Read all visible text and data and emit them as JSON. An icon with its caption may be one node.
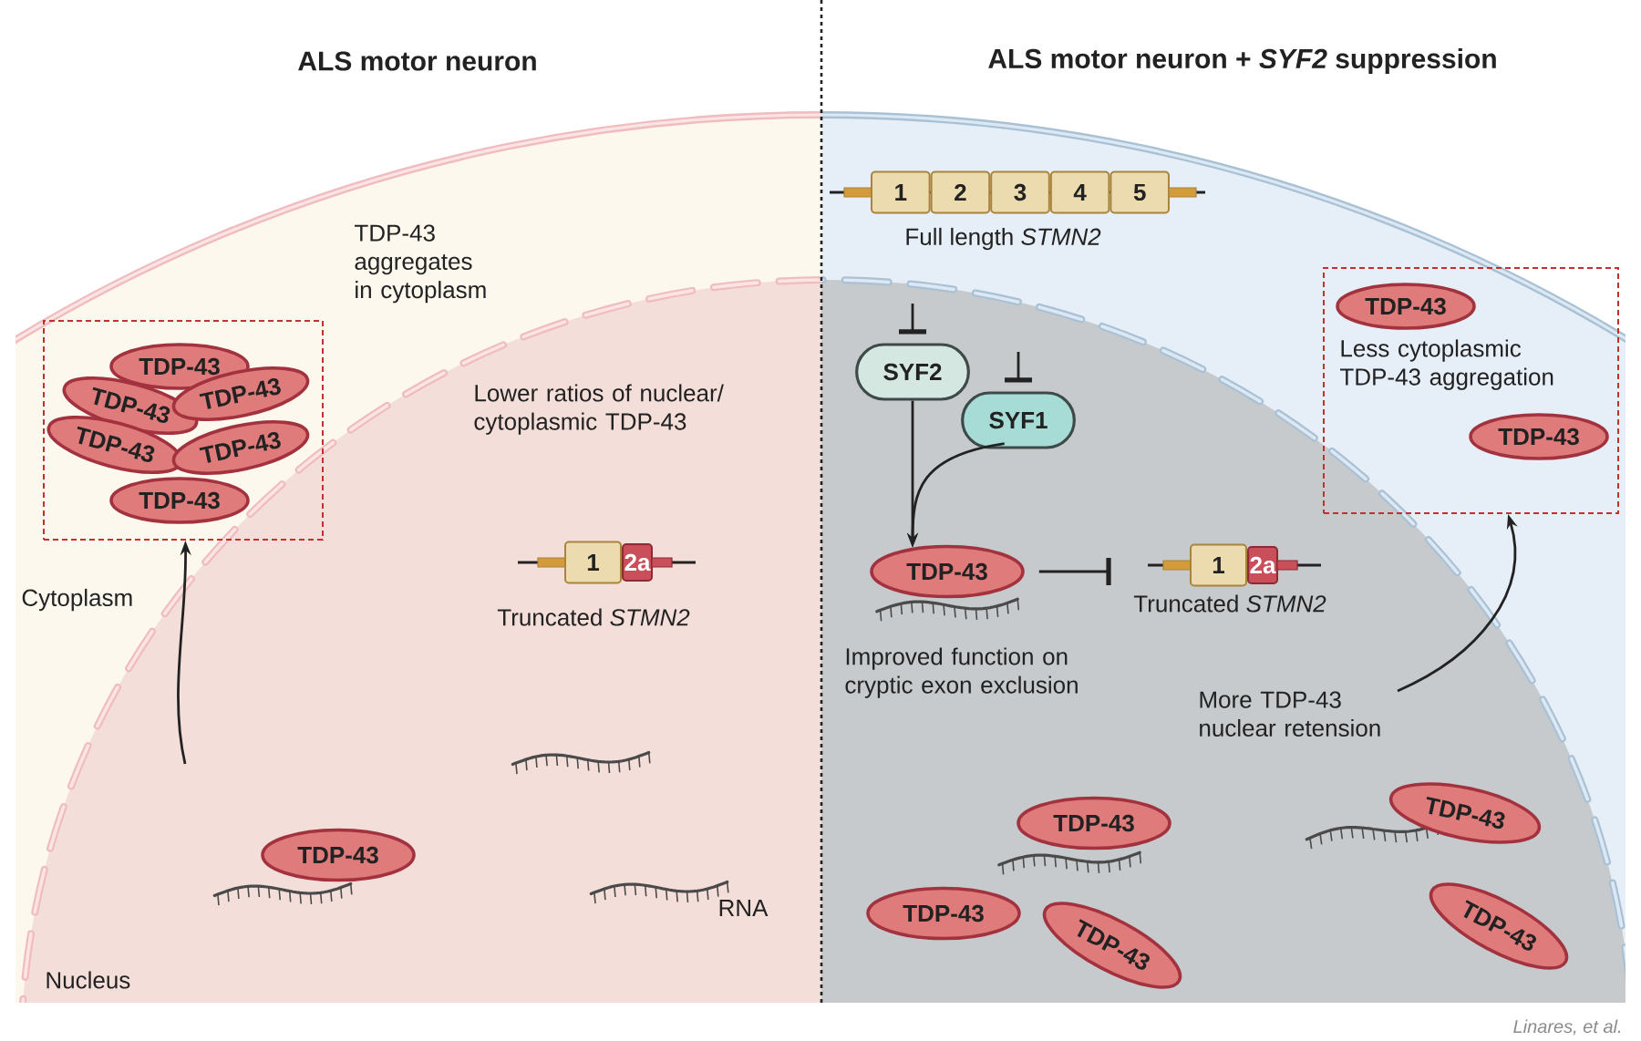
{
  "diagram": {
    "nodes": [
      {
        "text": [],
        "shape": "box"
      },
      {
        "text": [
          "TDP-43"
        ],
        "in": 0
      },
      {
        "text": [
          "TDP-43"
        ],
        "in": 0
      },
      {
        "text": [
          "TDP-43"
        ],
        "in": 0
      },
      {
        "text": [
          "TDP-43"
        ],
        "in": 0
      },
      {
        "text": [
          "TDP-43"
        ],
        "in": 0
      },
      {
        "text": [
          "TDP-43"
        ],
        "in": 0
      },
      {
        "text": [
          "1",
          "2a"
        ],
        "beside": [
          "Truncated *STMN2*"
        ]
      },
      {
        "text": [
          "TDP-43"
        ]
      },
      {
        "text": [
          "1",
          "2",
          "3",
          "4",
          "5"
        ],
        "beside": [
          "Full length *STMN2*"
        ]
      },
      {
        "text": [
          "Less cytoplasmic TDP-43 aggregation"
        ]
      },
      {
        "text": [
          "TDP-43"
        ],
        "in": 10
      },
      {
        "text": [
          "SYF2"
        ]
      },
      {
        "text": [
          "SYF1"
        ]
      },
      {
        "text": [
          "TDP-43"
        ],
        "in": 10
      },
      {
        "text": [
          "TDP-43"
        ]
      },
      {
        "text": [
          "1",
          "2a"
        ],
        "beside": [
          "Truncated *STMN2*"
        ]
      },
      {
        "text": [
          "TDP-43"
        ]
      },
      {
        "text": [
          "TDP-43"
        ]
      },
      {
        "text": [
          "TDP-43"
        ]
      },
      {
        "text": [
          "TDP-43"
        ]
      },
      {
        "text": [
          "TDP-43"
        ]
      }
    ],
    "edges": [
      {
        "from": null,
        "to": 0,
        "arrow": "to"
      },
      {
        "from": null,
        "to": 12,
        "arrow": "other"
      },
      {
        "from": null,
        "to": 13,
        "arrow": "other"
      },
      {
        "from": 12,
        "to": 15,
        "arrow": "to"
      },
      {
        "from": 13,
        "to": 15,
        "arrow": "to"
      },
      {
        "from": 15,
        "to": 16,
        "arrow": "other"
      },
      {
        "from": null,
        "to": 10,
        "arrow": "to"
      }
    ],
    "labels": [
      "ALS motor neuron",
      "ALS motor neuron + *SYF2* suppression",
      "TDP-43 aggregates in cytoplasm",
      "Lower ratios of nuclear/ cytoplasmic TDP-43",
      "Cytoplasm",
      "Improved function on cryptic exon exclusion",
      "More TDP-43 nuclear retension",
      "RNA",
      "Nucleus",
      "Linares, et al."
    ]
  }
}
